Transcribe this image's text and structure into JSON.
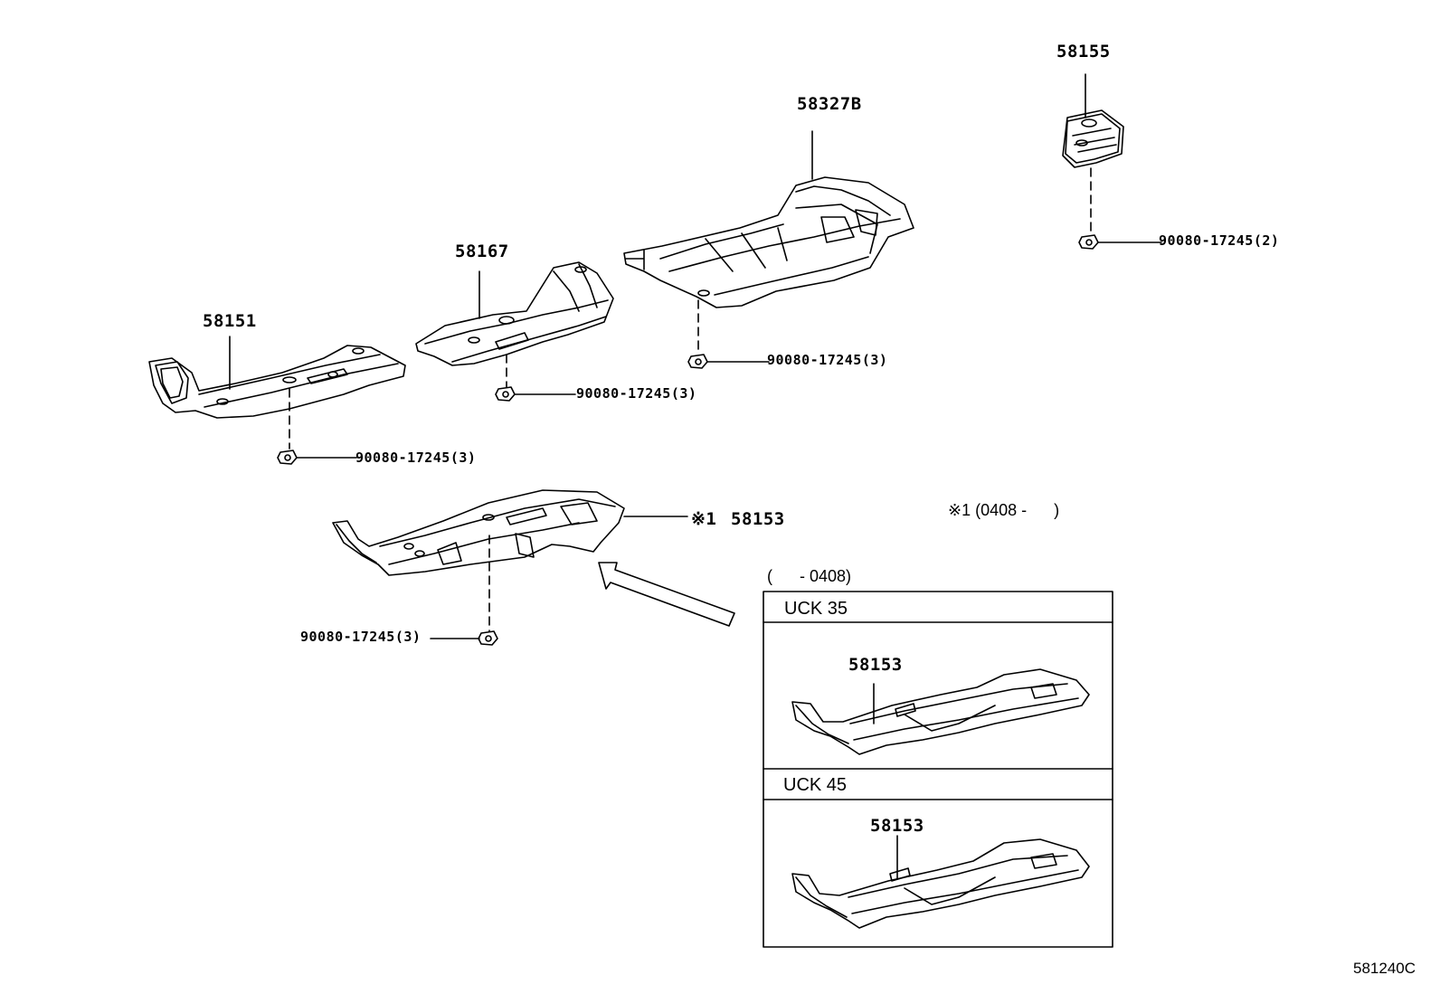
{
  "parts": {
    "p58155": "58155",
    "p58327b": "58327B",
    "p58167": "58167",
    "p58151": "58151",
    "p58153_main": "58153",
    "p58153_uck35": "58153",
    "p58153_uck45": "58153"
  },
  "fasteners": {
    "f_58155": "90080-17245(2)",
    "f_58327b": "90080-17245(3)",
    "f_58167": "90080-17245(3)",
    "f_58151": "90080-17245(3)",
    "f_58153": "90080-17245(3)"
  },
  "notes": {
    "mark": "※1",
    "note_right": "※1 (0408 -      )",
    "range_left": "(      - 0408)"
  },
  "variants": {
    "uck35": "UCK 35",
    "uck45": "UCK 45"
  },
  "diagram_code": "581240C"
}
